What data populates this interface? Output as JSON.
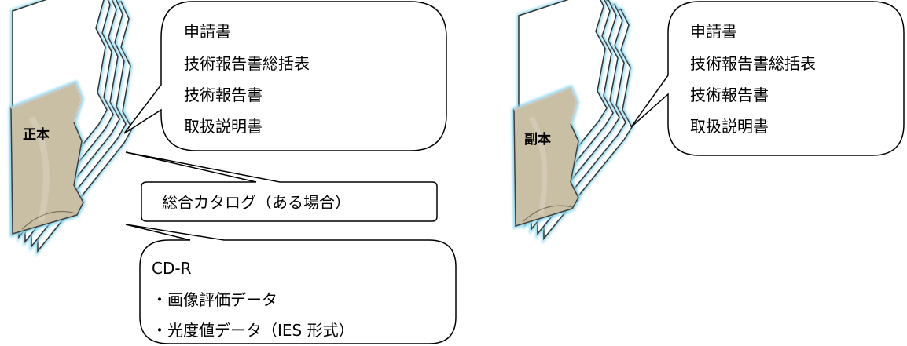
{
  "colors": {
    "folder_fill": "#c9bfa5",
    "folder_edge": "#3f3f3f",
    "sheet_fill": "#ffffff",
    "sheet_glow": "#8ed8ef",
    "callout_stroke": "#000000",
    "callout_fill": "#ffffff"
  },
  "original": {
    "folder_label": "正本",
    "callout_main": {
      "lines": [
        "申請書",
        "技術報告書総括表",
        "技術報告書",
        "取扱説明書"
      ]
    },
    "callout_catalog": {
      "text": "総合カタログ（ある場合）"
    },
    "callout_cd": {
      "lines": [
        "CD-R",
        "・画像評価データ",
        "・光度値データ（IES 形式）"
      ]
    }
  },
  "copy": {
    "folder_label": "副本",
    "callout_main": {
      "lines": [
        "申請書",
        "技術報告書総括表",
        "技術報告書",
        "取扱説明書"
      ]
    }
  }
}
